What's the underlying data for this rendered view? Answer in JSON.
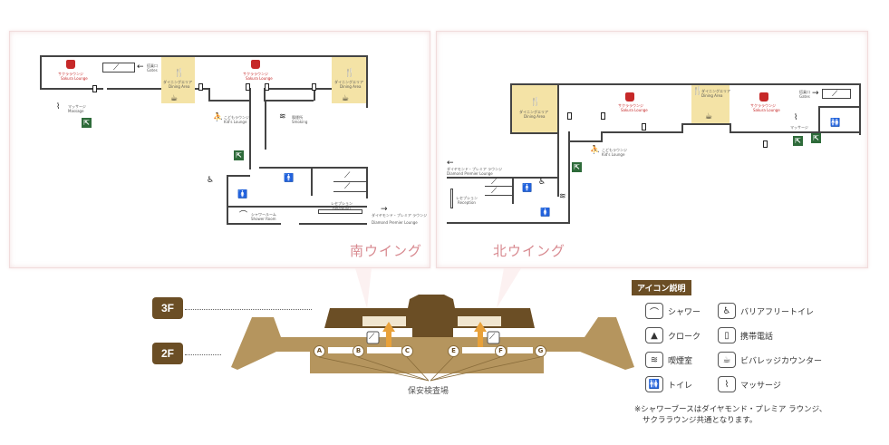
{
  "south_wing": {
    "title": "南ウイング",
    "labels": {
      "sakura_lounge_1": "サクララウンジ",
      "sakura_lounge_1_en": "Sakura Lounge",
      "sakura_lounge_2": "サクララウンジ",
      "sakura_lounge_2_en": "Sakura Lounge",
      "exit_gate": "搭乗口",
      "exit_gate_en": "Gates",
      "dining_1": "ダイニングエリア",
      "dining_1_en": "Dining Area",
      "dining_2": "ダイニングエリア",
      "dining_2_en": "Dining Area",
      "massage": "マッサージ",
      "massage_en": "Massage",
      "kids_lounge": "こどもラウンジ",
      "kids_lounge_en": "Kid's Lounge",
      "smoking": "喫煙所",
      "smoking_en": "Smoking",
      "shower_room": "シャワールーム",
      "shower_room_en": "Shower Room",
      "reception": "レセプション",
      "reception_en": "Reception",
      "diamond": "ダイヤモンド・プレミア ラウンジ",
      "diamond_en": "Diamond Premier Lounge"
    }
  },
  "north_wing": {
    "title": "北ウイング",
    "labels": {
      "dining_1": "ダイニングエリア",
      "dining_1_en": "Dining Area",
      "sakura_lounge_1": "サクララウンジ",
      "sakura_lounge_1_en": "Sakura Lounge",
      "dining_2": "ダイニングエリア",
      "dining_2_en": "Dining Area",
      "sakura_lounge_2": "サクララウンジ",
      "sakura_lounge_2_en": "Sakura Lounge",
      "exit_gate": "搭乗口",
      "exit_gate_en": "Gates",
      "massage": "マッサージ",
      "massage_en": "Massage",
      "kids_lounge": "こどもラウンジ",
      "kids_lounge_en": "Kid's Lounge",
      "diamond": "ダイヤモンド・プレミア ラウンジ",
      "diamond_en": "Diamond Premier Lounge",
      "reception": "レセプション",
      "reception_en": "Reception"
    }
  },
  "overview": {
    "floor_3f": "3F",
    "floor_2f": "2F",
    "gates": [
      "A",
      "B",
      "C",
      "E",
      "F",
      "G"
    ],
    "security_label": "保安検査場"
  },
  "legend": {
    "title": "アイコン説明",
    "items": [
      {
        "icon": "shower-icon",
        "glyph": "⌒",
        "label": "シャワー"
      },
      {
        "icon": "accessible-toilet-icon",
        "glyph": "♿",
        "label": "バリアフリートイレ"
      },
      {
        "icon": "cloak-icon",
        "glyph": "▲",
        "label": "クローク"
      },
      {
        "icon": "mobile-phone-icon",
        "glyph": "▯",
        "label": "携帯電話"
      },
      {
        "icon": "smoking-icon",
        "glyph": "≋",
        "label": "喫煙室"
      },
      {
        "icon": "beverage-counter-icon",
        "glyph": "☕",
        "label": "ビバレッジカウンター"
      },
      {
        "icon": "toilet-icon",
        "glyph": "🚻",
        "label": "トイレ"
      },
      {
        "icon": "massage-icon",
        "glyph": "⌇",
        "label": "マッサージ"
      }
    ],
    "note_line1": "※シャワーブースはダイヤモンド・プレミア ラウンジ、",
    "note_line2": "サクララウンジ共通となります。"
  },
  "colors": {
    "wing_label": "#d88a90",
    "dining_area": "#f4e3a6",
    "floor_3f": "#6b4e25",
    "floor_2f": "#b5955e",
    "escalator_arrow": "#e8a13a",
    "lounge_red": "#c62828",
    "exit_green": "#2e6b3a"
  }
}
